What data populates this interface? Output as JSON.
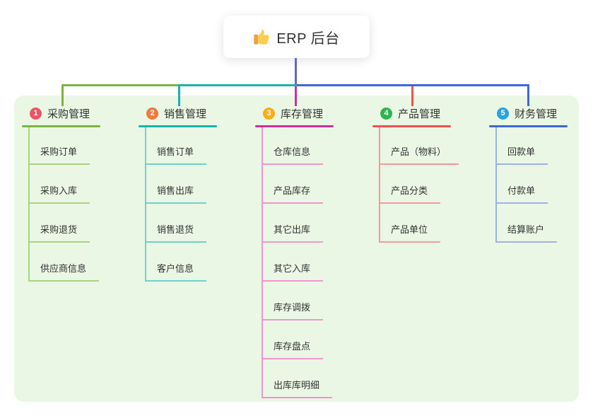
{
  "root": {
    "title": "ERP 后台",
    "icon": "thumbs-up"
  },
  "colors": {
    "canvas_bg": "#FFFFFF",
    "panel_bg": "#EAF7E4",
    "root_line": "#5C6BC0",
    "title_text": "#333333",
    "child_text": "#333333",
    "thumb_gold": "#FFCC4D",
    "thumb_shade": "#EEA23E"
  },
  "branches": [
    {
      "index": "1",
      "title": "采购管理",
      "badge_color": "#EC5565",
      "line_color": "#7CB342",
      "child_line_color": "#A9D47E",
      "children": [
        "采购订单",
        "采购入库",
        "采购退货",
        "供应商信息"
      ]
    },
    {
      "index": "2",
      "title": "销售管理",
      "badge_color": "#F0793B",
      "line_color": "#17B3AC",
      "child_line_color": "#6FD2CA",
      "children": [
        "销售订单",
        "销售出库",
        "销售退货",
        "客户信息"
      ]
    },
    {
      "index": "3",
      "title": "库存管理",
      "badge_color": "#FBAD15",
      "line_color": "#CE2F9E",
      "child_line_color": "#F095CE",
      "children": [
        "仓库信息",
        "产品库存",
        "其它出库",
        "其它入库",
        "库存调拨",
        "库存盘点",
        "出库库明细"
      ]
    },
    {
      "index": "4",
      "title": "产品管理",
      "badge_color": "#2FB353",
      "line_color": "#F4504E",
      "child_line_color": "#F9989A",
      "children": [
        "产品（物料）",
        "产品分类",
        "产品单位"
      ]
    },
    {
      "index": "5",
      "title": "财务管理",
      "badge_color": "#28A2E3",
      "line_color": "#3E68D8",
      "child_line_color": "#9DB1E8",
      "children": [
        "回款单",
        "付款单",
        "结算账户"
      ]
    }
  ]
}
